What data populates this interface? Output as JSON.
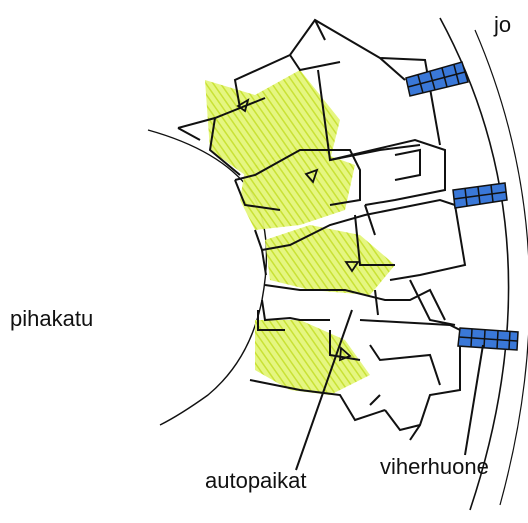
{
  "labels": {
    "top_edge": "jo",
    "street": "pihakatu",
    "greenhouse": "viherhuone",
    "parking": "autopaikat"
  },
  "colors": {
    "ink": "#111111",
    "green_fill": "#d4ec3a",
    "blue_fill": "#3a78d8"
  }
}
